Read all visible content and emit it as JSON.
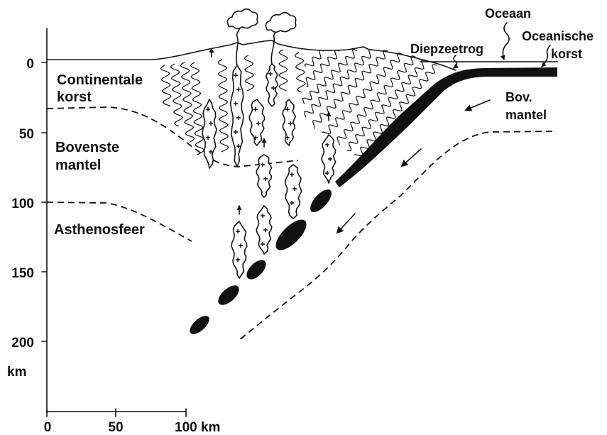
{
  "axis": {
    "y_ticks": [
      "0",
      "50",
      "100",
      "150",
      "200"
    ],
    "y_unit": "km",
    "x_ticks": [
      "0",
      "50",
      "100 km"
    ]
  },
  "labels": {
    "continental_crust": [
      "Continentale",
      "korst"
    ],
    "upper_mantle_left": [
      "Bovenste",
      "mantel"
    ],
    "asthenosphere": "Asthenosfeer",
    "ocean": "Oceaan",
    "trench": "Diepzeetrog",
    "oceanic_crust": [
      "Oceanische",
      "korst"
    ],
    "upper_mantle_right": [
      "Bov.",
      "mantel"
    ]
  }
}
